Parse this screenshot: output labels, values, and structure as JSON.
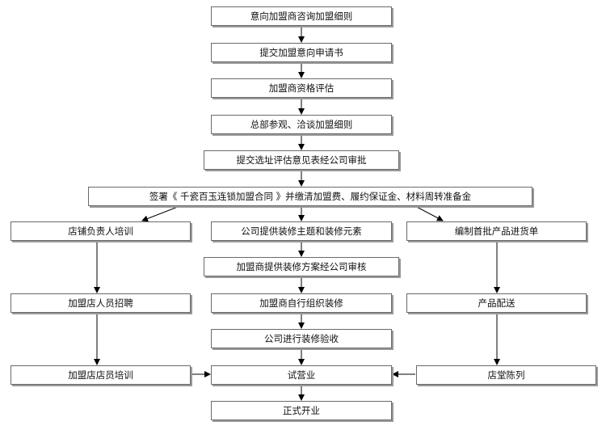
{
  "steps": {
    "s1": "意向加盟商咨询加盟细则",
    "s2": "提交加盟意向申请书",
    "s3": "加盟商资格评估",
    "s4": "总部参观、洽谈加盟细则",
    "s5": "提交选址评估意见表经公司审批",
    "s6": "签署《 千瓷百玉连锁加盟合同 》并缴清加盟费、履约保证金、材料周转准备金",
    "left1": "店铺负责人培训",
    "left2": "加盟店人员招聘",
    "left3": "加盟店店员培训",
    "mid1": "公司提供装修主题和装修元素",
    "mid2": "加盟商提供装修方案经公司审核",
    "mid3": "加盟商自行组织装修",
    "mid4": "公司进行装修验收",
    "mid5": "试营业",
    "mid6": "正式开业",
    "right1": "编制首批产品进货单",
    "right2": "产品配送",
    "right3": "店堂陈列"
  }
}
